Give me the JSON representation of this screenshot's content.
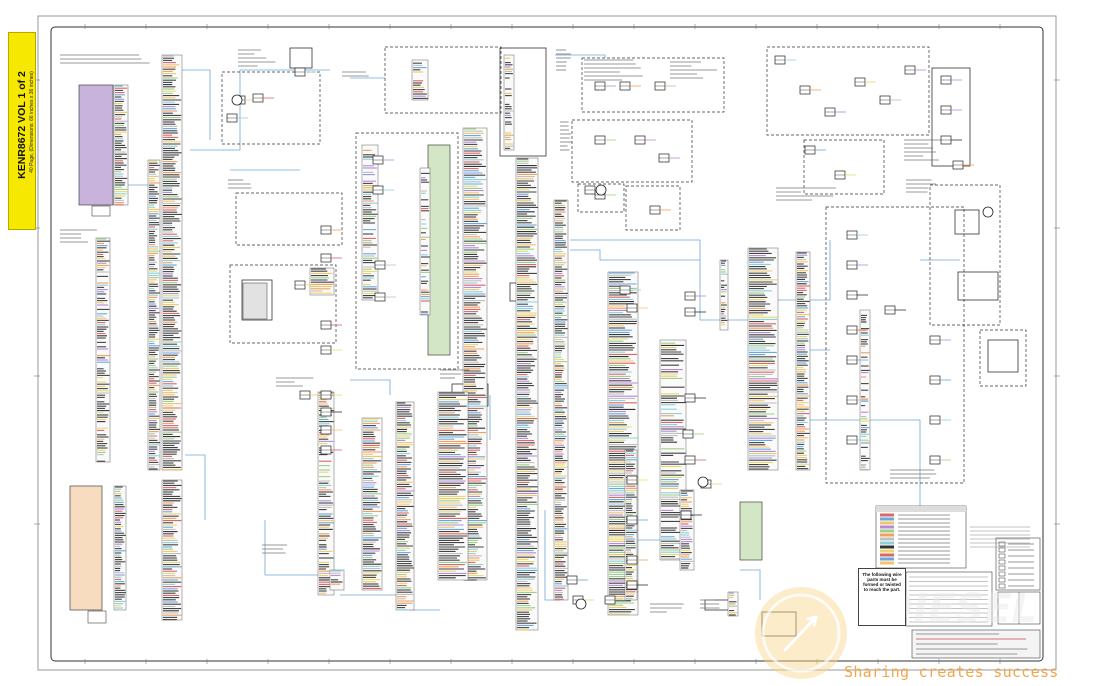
{
  "document": {
    "title": "KENR8672 VOL 1 of 2",
    "subtitle": "40 Page, (Dimensions: 66 inches x 36 inches)"
  },
  "notes": {
    "parts_note": "The following wire parts must be formed or twisted to reach the part."
  },
  "watermark": {
    "text": "Sharing creates success",
    "logo": "DIESEL"
  },
  "colors": {
    "tab_yellow": "#f6e800",
    "purple_block": "#c8b3dc",
    "peach_block": "#f7dcc0",
    "green_block": "#d3e6c6",
    "wire_blue": "#6fa8d8",
    "watermark_orange": "#f2a64a"
  },
  "wire_palette": [
    "#d66",
    "#6aa7de",
    "#f2c56b",
    "#b58ad6",
    "#9ccf8a",
    "#f0a060",
    "#c0c0c0",
    "#8ed0d8",
    "#333333",
    "#e8d870"
  ]
}
